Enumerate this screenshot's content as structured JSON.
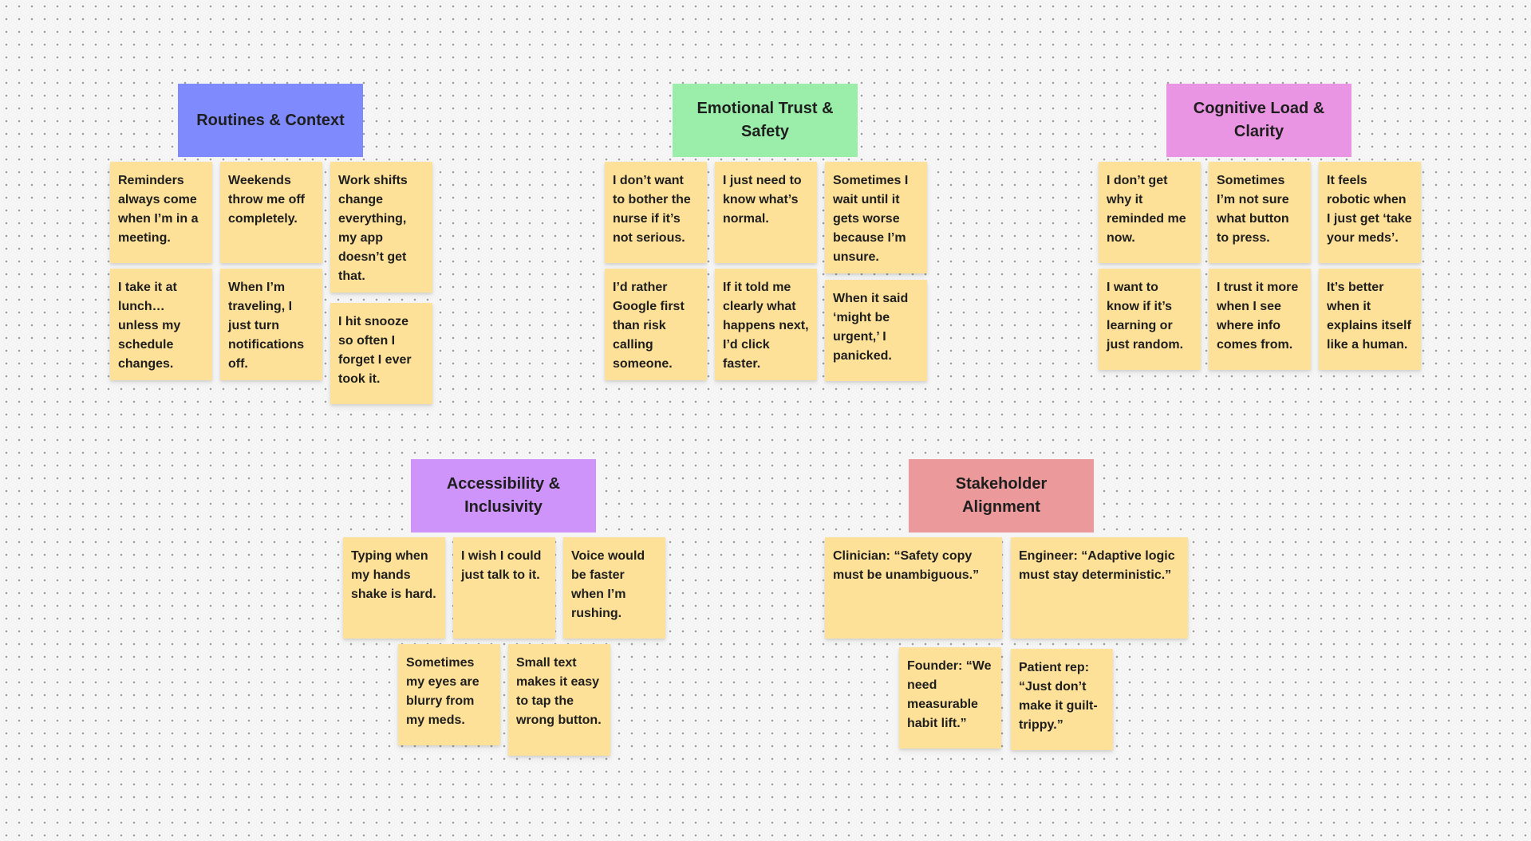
{
  "board": {
    "clusters": [
      {
        "title": "Routines & Context",
        "color": "#7f8bfd",
        "notes": [
          "Reminders always come when I’m in a meeting.",
          "Weekends throw me off completely.",
          "Work shifts change everything, my app doesn’t get that.",
          "I take it at lunch… unless my schedule changes.",
          "When I’m traveling, I just turn notifications off.",
          "I hit snooze so often I forget I ever took it."
        ]
      },
      {
        "title": "Emotional Trust & Safety",
        "color": "#9aeea9",
        "notes": [
          "I don’t want to bother the nurse if it’s not serious.",
          "I just need to know what’s normal.",
          "Sometimes I wait until it gets worse because I’m unsure.",
          "I’d rather Google first than risk calling someone.",
          "If it told me clearly what happens next, I’d click faster.",
          "When it said ‘might be urgent,’ I panicked."
        ]
      },
      {
        "title": "Cognitive Load & Clarity",
        "color": "#ea95e3",
        "notes": [
          "I don’t get why it reminded me now.",
          "Sometimes I’m not sure what button to press.",
          "It feels robotic when I just get ‘take your meds’.",
          "I want to know if it’s learning or just random.",
          "I trust it more when I see where info comes from.",
          "It’s better when it explains itself like a human."
        ]
      },
      {
        "title": "Accessibility & Inclusivity",
        "color": "#cf94fa",
        "notes": [
          "Typing when my hands shake is hard.",
          "I wish I could just talk to it.",
          "Voice would be faster when I’m rushing.",
          "Sometimes my eyes are blurry from my meds.",
          "Small text makes it easy to tap the wrong button."
        ]
      },
      {
        "title": "Stakeholder Alignment",
        "color": "#eb999b",
        "notes": [
          "Clinician: “Safety copy must be unambiguous.”",
          "Engineer: “Adaptive logic must stay deterministic.”",
          "Founder: “We need measurable habit lift.”",
          "Patient rep: “Just don’t make it guilt-trippy.”"
        ]
      }
    ]
  }
}
